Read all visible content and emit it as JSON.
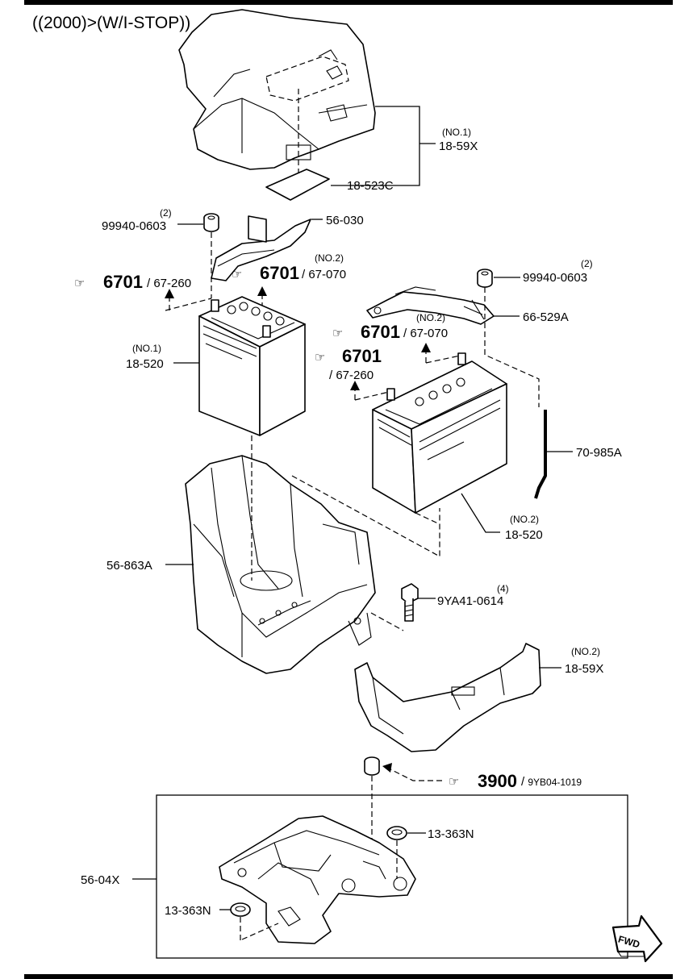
{
  "title": "((2000)>(W/I-STOP))",
  "fwd_label": "FWD",
  "labels": {
    "cover_no": "(NO.1)",
    "cover_part": "18-59X",
    "cover_label_part": "18-523C",
    "nut_left_qty": "(2)",
    "nut_left_part": "99940-0603",
    "bar1_part": "56-030",
    "ref1_num": "6701",
    "ref1_part": "67-260",
    "ref2_no": "(NO.2)",
    "ref2_num": "6701",
    "ref2_part": "67-070",
    "nut_right_qty": "(2)",
    "nut_right_part": "99940-0603",
    "bar2_part": "66-529A",
    "ref3_no": "(NO.2)",
    "ref3_num": "6701",
    "ref3_part": "67-070",
    "batt1_no": "(NO.1)",
    "batt1_part": "18-520",
    "ref4_num": "6701",
    "ref4_part": "67-260",
    "hose_part": "70-985A",
    "batt2_no": "(NO.2)",
    "batt2_part": "18-520",
    "tray_part": "56-863A",
    "bolt_qty": "(4)",
    "bolt_part": "9YA41-0614",
    "cover2_no": "(NO.2)",
    "cover2_part": "18-59X",
    "ref5_num": "3900",
    "ref5_part": "9YB04-1019",
    "grommet_top_part": "13-363N",
    "bracket_part": "56-04X",
    "grommet_bottom_part": "13-363N"
  }
}
